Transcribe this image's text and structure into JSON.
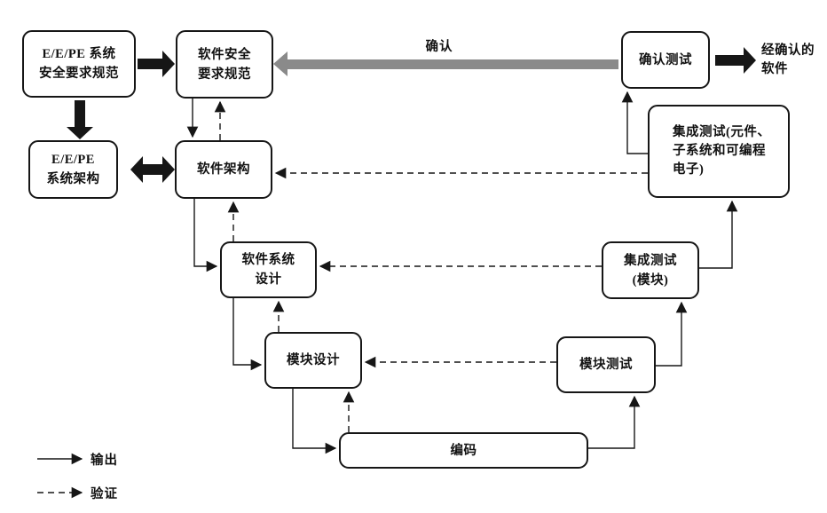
{
  "figure": {
    "nodes": {
      "eepe_srs": "E/E/PE 系统\n安全要求规范",
      "sw_srs": "软件安全\n要求规范",
      "eepe_arch": "E/E/PE\n系统架构",
      "sw_arch": "软件架构",
      "sw_sys_design": "软件系统\n设计",
      "module_design": "模块设计",
      "coding": "编码",
      "module_test": "模块测试",
      "int_test_module": "集成测试\n(模块)",
      "int_test_pe": "集成测试(元件、\n子系统和可编程\n电子)",
      "validation_test": "确认测试"
    },
    "validated_software_text": "经确认的\n软件",
    "validation_arrow_label": "确认",
    "legend": {
      "output": "输出",
      "verification": "验证"
    },
    "colors": {
      "line": "#161616",
      "validation_arrow_gray": "#8a8a8a",
      "box_fill": "#ffffff",
      "text": "#111111"
    }
  }
}
